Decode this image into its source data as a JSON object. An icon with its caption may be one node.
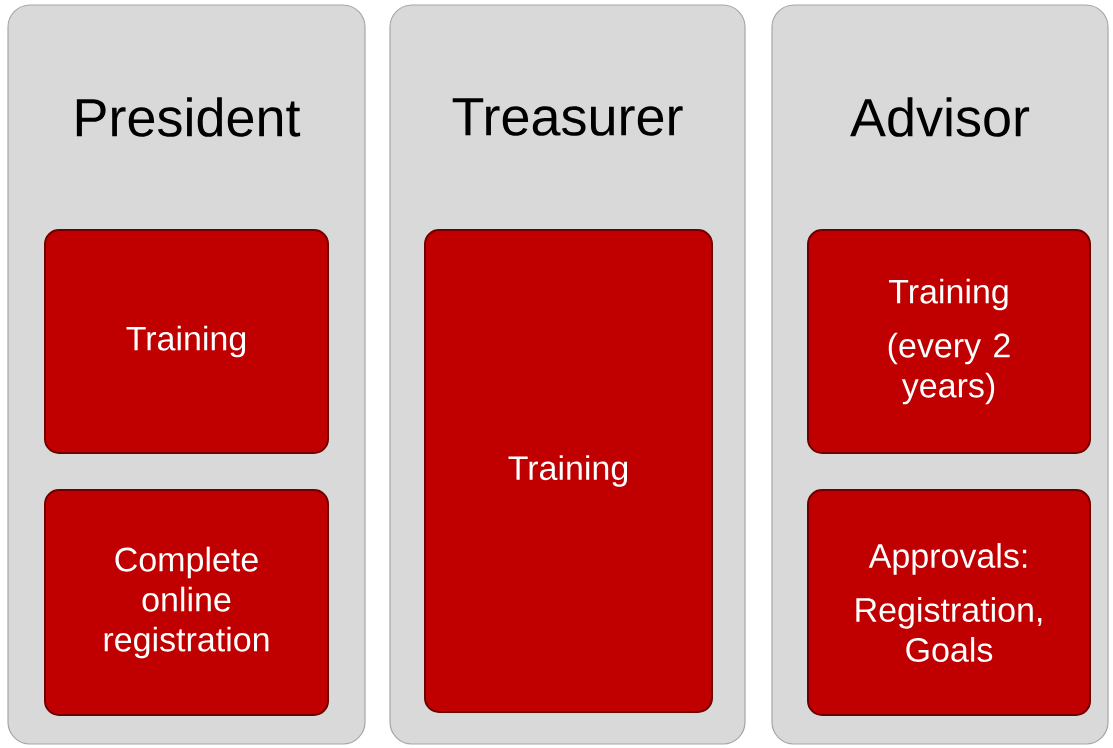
{
  "diagram": {
    "nodes": [
      {
        "text": [
          "President"
        ]
      },
      {
        "text": [
          "Training"
        ],
        "in": 0
      },
      {
        "text": [
          "Complete online registration"
        ],
        "in": 0
      },
      {
        "text": [
          "Treasurer"
        ]
      },
      {
        "text": [
          "Training"
        ],
        "in": 3
      },
      {
        "text": [
          "Advisor"
        ]
      },
      {
        "text": [
          "Training",
          "(every 2 years)"
        ],
        "in": 5
      },
      {
        "text": [
          "Approvals:",
          "Registration, Goals"
        ],
        "in": 5
      }
    ]
  }
}
